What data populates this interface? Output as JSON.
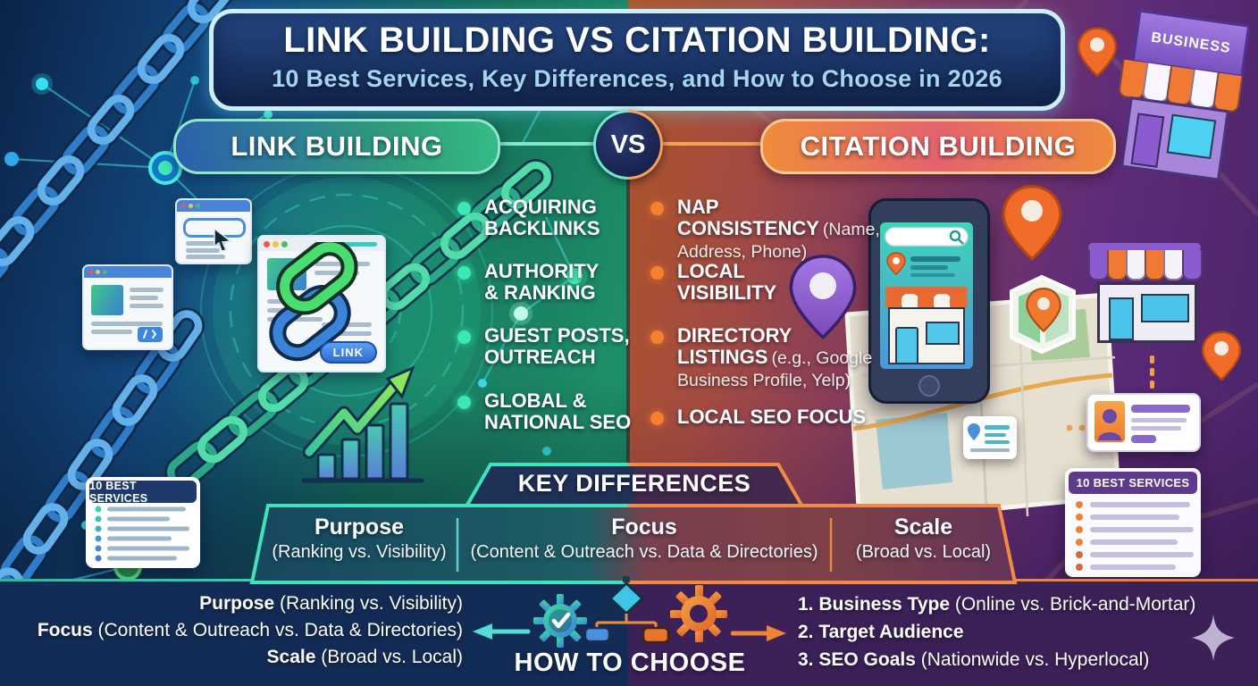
{
  "header": {
    "title": "LINK BUILDING VS CITATION BUILDING:",
    "subtitle": "10 Best Services, Key Differences, and How to Choose in 2026"
  },
  "versus": {
    "left": "LINK BUILDING",
    "vs": "VS",
    "right": "CITATION BUILDING"
  },
  "link_building": {
    "items": [
      {
        "text": "ACQUIRING BACKLINKS"
      },
      {
        "text": "AUTHORITY & RANKING"
      },
      {
        "text": "GUEST POSTS, OUTREACH"
      },
      {
        "text": "GLOBAL & NATIONAL SEO"
      }
    ]
  },
  "citation_building": {
    "items": [
      {
        "bold": "NAP CONSISTENCY",
        "normal": "(Name, Address, Phone)"
      },
      {
        "bold": "LOCAL VISIBILITY",
        "normal": ""
      },
      {
        "bold": "DIRECTORY LISTINGS",
        "normal": "(e.g., Google Business Profile, Yelp)"
      },
      {
        "bold": "LOCAL SEO FOCUS",
        "normal": ""
      }
    ]
  },
  "key_differences": {
    "title": "KEY DIFFERENCES",
    "columns": [
      {
        "head": "Purpose",
        "sub": "(Ranking vs. Visibility)"
      },
      {
        "head": "Focus",
        "sub": "(Content & Outreach vs. Data & Directories)"
      },
      {
        "head": "Scale",
        "sub": "(Broad vs. Local)"
      }
    ]
  },
  "bottom": {
    "left_items": [
      {
        "bold": "Purpose",
        "normal": " (Ranking vs. Visibility)"
      },
      {
        "bold": "Focus",
        "normal": " (Content & Outreach vs. Data & Directories)"
      },
      {
        "bold": "Scale",
        "normal": " (Broad vs. Local)"
      }
    ],
    "how_to_choose": "HOW TO CHOOSE",
    "right_items": [
      {
        "bold": "1. Business Type",
        "normal": " (Online vs. Brick-and-Mortar)"
      },
      {
        "bold": "2. Target Audience",
        "normal": ""
      },
      {
        "bold": "3. SEO Goals",
        "normal": " (Nationwide vs. Hyperlocal)"
      }
    ]
  },
  "side_panels": {
    "left_label": "10 BEST SERVICES",
    "right_label": "10 BEST SERVICES"
  },
  "decor_text": {
    "business_sign": "BUSINESS",
    "link_button": "LINK"
  },
  "colors": {
    "left_accent": "#2fe3ad",
    "right_accent": "#f08338",
    "subtitle_text": "#a3d4f0",
    "left_bg_deep": "#0b2348",
    "left_bg_teal": "#1e9068",
    "right_bg_orange": "#ad5427",
    "right_bg_purple": "#482366",
    "bottom_left_bg": "#132c56",
    "bottom_right_bg": "#3c2058"
  }
}
